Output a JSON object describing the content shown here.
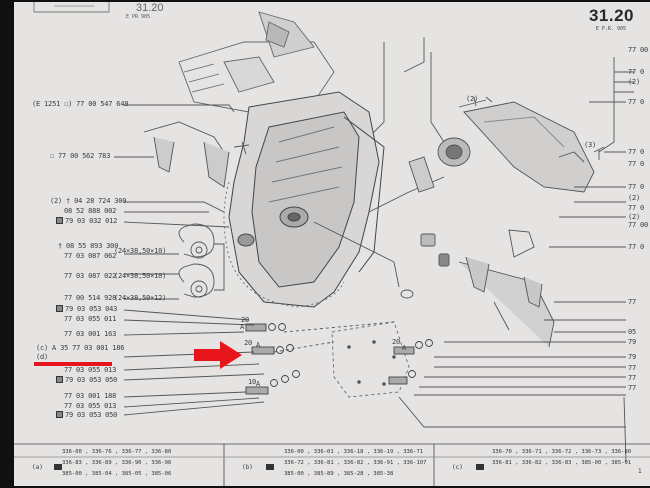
{
  "header": {
    "page_code_left": "31.20",
    "page_sub_left": "E    PR 905",
    "page_code_right": "31.20",
    "page_sub_right": "E         P.R. 905"
  },
  "left_labels": [
    "(E 1251 ☐) 77 00 547 649",
    "☐ 77 00 562 783",
    "(2) † 04 28 724 300",
    "08 52 888 002",
    "79 03 032 012",
    "† 08 55 893 300",
    "77 03 087 062",
    "77 03 087 022",
    "77 00 514 928",
    "79 03 053 043",
    "77 03 055 011",
    "77 03 001 163",
    "(c) A 35  77 03 001 186",
    "(d)",
    "77 03 055 013",
    "79 03 053 050",
    "77 03 001 188",
    "77 03 055 013",
    "79 03 053 050"
  ],
  "bearing_specs": [
    "(24×38,50×10)",
    "(24×38,50×10)",
    "(24×38,50×12)"
  ],
  "right_labels": [
    "77 00",
    "77 0",
    "(2)",
    "77 0",
    "77 0",
    "77 0",
    "77 0",
    "(2)",
    "77 0",
    "(2)",
    "77 00",
    "77 0",
    "77",
    "05",
    "79",
    "79",
    "77",
    "77",
    "77"
  ],
  "callouts": [
    "(2)",
    "(3)",
    "20",
    "A",
    "20",
    "A",
    "20",
    "A",
    "10",
    "A"
  ],
  "footer": {
    "row_a_1": "336-00 , 336-76 , 336-77 , 336-80",
    "row_a_2": "336-83 , 336-89 , 336-90 , 336-96",
    "row_a_3": "385-00 , 385-04 , 385-05 , 385-06",
    "row_b_1": "336-00 , 336-01 , 336-18 , 336-19 , 336-71",
    "row_b_2": "336-72 , 336-81 , 336-82 , 336-91 , 336-107",
    "row_b_3": "385-00 , 385-89 , 385-28 , 385-38",
    "row_c_1": "336-70 , 336-71 , 336-72 , 336-73 , 336-80",
    "row_c_2": "336-81 , 336-82 , 336-83 , 385-00 , 385-01",
    "tag_a": "(a)",
    "tag_b": "(b)",
    "tag_c": "(c)",
    "corner": "1"
  },
  "annotation": {
    "arrow_color": "#e8141c",
    "underline_color": "#e8141c"
  }
}
